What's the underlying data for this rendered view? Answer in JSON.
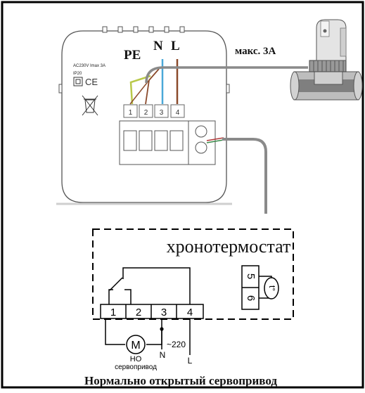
{
  "device": {
    "spec_line": "AC230V  Imax  3A",
    "ip_rating": "IP20",
    "ce_mark": "CE",
    "terminals": [
      "1",
      "2",
      "3",
      "4"
    ]
  },
  "wire_labels": {
    "pe": "PE",
    "n": "N",
    "l": "L"
  },
  "actuator": {
    "max_current_label": "макс. 3А"
  },
  "schematic": {
    "title": "хронотермостат",
    "terminals": [
      "1",
      "2",
      "3",
      "4"
    ],
    "sensor_terminals": [
      "5",
      "6"
    ],
    "sensor_symbol": "t°",
    "motor_symbol": "M",
    "motor_type": "НО",
    "motor_name": "сервопривод",
    "neutral": "N",
    "voltage": "~220",
    "line": "L"
  },
  "caption": "Нормально открытый сервопривод",
  "colors": {
    "pe_wire": "#b9c94a",
    "n_wire": "#4aa8d8",
    "l_wire": "#8b4a2b",
    "cable": "#8a8a8a"
  }
}
